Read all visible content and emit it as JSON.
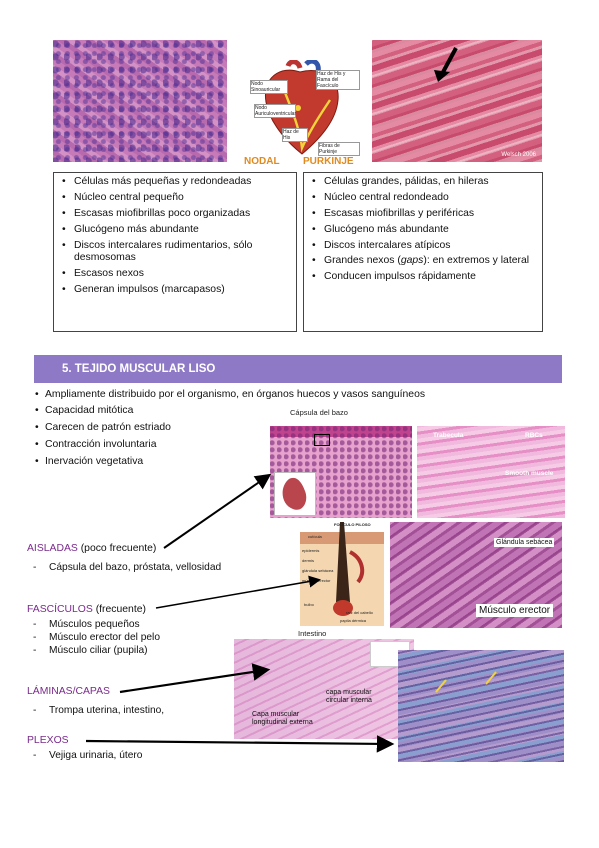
{
  "top": {
    "nodal_label": "NODAL",
    "purkinje_label": "PURKINJE",
    "credit": "Welsch 2006",
    "heart_labels": [
      "Nodo Sinoauricular",
      "Haz de His y Rama del Fascículo",
      "Nodo Auriculoventricular",
      "Haz de His",
      "Fibras de Purkinje"
    ],
    "nodal_items": [
      "Células más pequeñas y redondeadas",
      "Núcleo central pequeño",
      "Escasas miofibrillas poco organizadas",
      "Glucógeno más abundante",
      "Discos intercalares rudimentarios, sólo desmosomas",
      "Escasos nexos",
      "Generan impulsos (marcapasos)"
    ],
    "purkinje_items": {
      "i1": "Células grandes, pálidas, en hileras",
      "i2": "Núcleo central redondeado",
      "i3": "Escasas miofibrillas y periféricas",
      "i4": "Glucógeno más abundante",
      "i5": "Discos intercalares atípicos",
      "i6_pre": "Grandes nexos (",
      "i6_em": "gaps",
      "i6_post": "): en extremos y lateral",
      "i7": "Conducen impulsos rápidamente"
    }
  },
  "section": {
    "title": "5.  TEJIDO MUSCULAR LISO",
    "bullets": [
      "Ampliamente distribuido por el organismo, en órganos huecos y vasos sanguíneos",
      "Capacidad mitótica",
      "Carecen de patrón estriado",
      "Contracción involuntaria",
      "Inervación vegetativa"
    ]
  },
  "categories": {
    "aisladas": {
      "name": "AISLADAS",
      "note": " (poco frecuente)",
      "items": [
        "Cápsula del bazo, próstata, vellosidad"
      ]
    },
    "fasciculos": {
      "name": "FASCÍCULOS",
      "note": " (frecuente)",
      "items": [
        "Músculos pequeños",
        "Músculo erector del pelo",
        "Músculo ciliar (pupila)"
      ]
    },
    "laminas": {
      "name": "LÁMINAS/CAPAS",
      "items": [
        "Trompa uterina, intestino,"
      ]
    },
    "plexos": {
      "name": "PLEXOS",
      "items": [
        "Vejiga urinaria, útero"
      ]
    }
  },
  "figure_captions": {
    "spleen": "Cápsula del bazo",
    "trabecula": "Trabecula",
    "rbcs": "RBCs",
    "smooth": "Smooth muscle",
    "sebacea": "Glándula sebácea",
    "erector": "Músculo erector",
    "intestino": "Intestino",
    "circular": "capa muscular circular interna",
    "longitudinal": "Capa muscular longitudinal externa",
    "hair_labels": [
      "FOLÍCULO PILOSO",
      "cutícula",
      "epidermis",
      "dermis",
      "glándula sebácea",
      "músculo erector",
      "bulbo",
      "raíz del cabello",
      "papila dérmica"
    ]
  },
  "colors": {
    "accent_bar": "#8e79c6",
    "category": "#7a2a8c",
    "heading_orange": "#e08a1e"
  }
}
